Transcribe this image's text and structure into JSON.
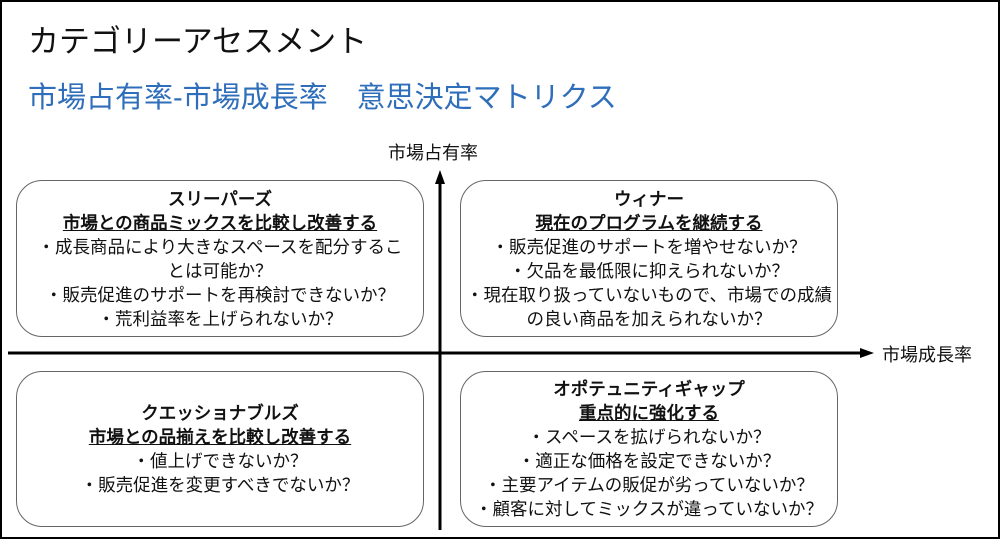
{
  "title": "カテゴリーアセスメント",
  "subtitle": "市場占有率-市場成長率　意思決定マトリクス",
  "axes": {
    "y_label": "市場占有率",
    "x_label": "市場成長率"
  },
  "colors": {
    "subtitle": "#2F6EBA",
    "axis": "#000000",
    "box_border": "#666666"
  },
  "quadrants": {
    "top_left": {
      "name": "スリーパーズ",
      "action": "市場との商品ミックスを比較し改善する",
      "items": [
        "・成長商品により大きなスペースを配分するこ",
        "とは可能か？",
        "・販売促進のサポートを再検討できないか？",
        "・荒利益率を上げられないか？"
      ]
    },
    "top_right": {
      "name": "ウィナー",
      "action": "現在のプログラムを継続する",
      "items": [
        "・販売促進のサポートを増やせないか？",
        "・欠品を最低限に抑えられないか？",
        "・現在取り扱っていないもので、市場での成績",
        "の良い商品を加えられないか？"
      ]
    },
    "bottom_left": {
      "name": "クエッショナブルズ",
      "action": "市場との品揃えを比較し改善する",
      "items": [
        "・値上げできないか？",
        "・販売促進を変更すべきでないか？"
      ]
    },
    "bottom_right": {
      "name": "オポテュニティギャップ",
      "action": "重点的に強化する",
      "items": [
        "・スペースを拡げられないか？",
        "・適正な価格を設定できないか？",
        "・主要アイテムの販促が劣っていないか？",
        "・顧客に対してミックスが違っていないか？"
      ]
    }
  }
}
